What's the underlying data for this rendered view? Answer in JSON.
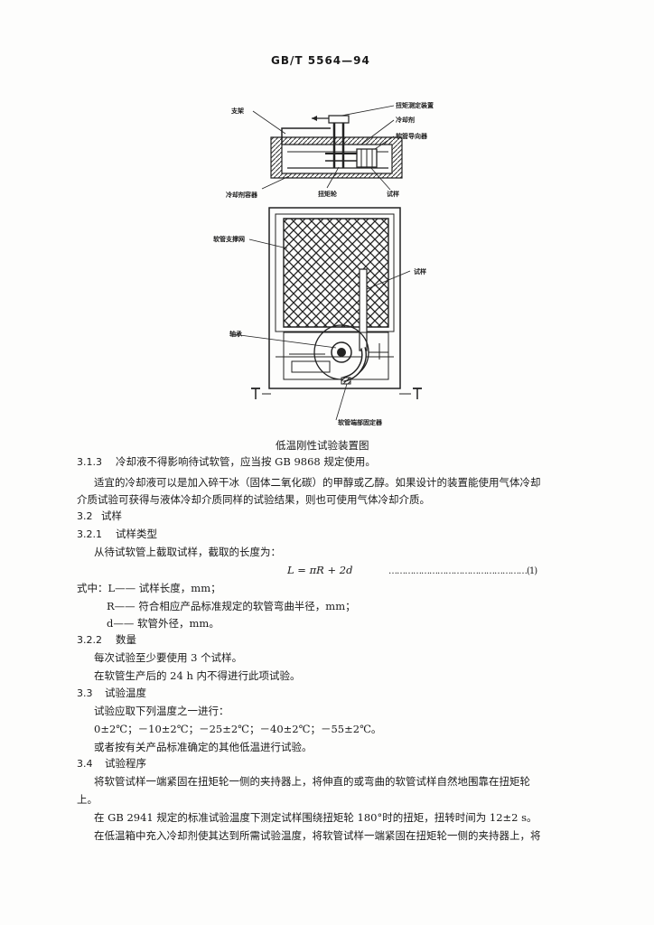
{
  "header": "GB/T 5564—94",
  "figure": {
    "caption": "低温刚性试验装置图",
    "labels": {
      "support": "支架",
      "torque_measure": "扭矩测定装置",
      "coolant": "冷却剂",
      "hose_guide": "软管导向器",
      "cooling_vessel": "冷却剂容器",
      "torque_wheel": "扭矩轮",
      "specimen_top": "试样",
      "hose_support_net": "软管支撑网",
      "specimen_mid": "试样",
      "bearing": "轴承",
      "hose_end_fixture": "软管端部固定器"
    }
  },
  "sections": {
    "s313": {
      "num": "3.1.3",
      "line1": "冷却液不得影响待试软管，应当按 GB 9868 规定使用。",
      "line2": "适宜的冷却液可以是加入碎干冰（固体二氧化碳）的甲醇或乙醇。如果设计的装置能使用气体冷却",
      "line3": "介质试验可获得与液体冷却介质同样的试验结果，则也可使用气体冷却介质。"
    },
    "s32": {
      "num": "3.2",
      "title": "试样"
    },
    "s321": {
      "num": "3.2.1",
      "title": "试样类型",
      "line1": "从待试软管上截取试样，截取的长度为：",
      "formula": "L = πR + 2d",
      "dots": "……………………………………………(1)",
      "where": "式中：L—— 试样长度，mm；",
      "r_def": "R—— 符合相应产品标准规定的软管弯曲半径，mm；",
      "d_def": "d—— 软管外径，mm。"
    },
    "s322": {
      "num": "3.2.2",
      "title": "数量",
      "line1": "每次试验至少要使用 3 个试样。",
      "line2": "在软管生产后的 24 h 内不得进行此项试验。"
    },
    "s33": {
      "num": "3.3",
      "title": "试验温度",
      "line1": "试验应取下列温度之一进行：",
      "line2": "0±2℃；－10±2℃；－25±2℃；－40±2℃；－55±2℃。",
      "line3": "或者按有关产品标准确定的其他低温进行试验。"
    },
    "s34": {
      "num": "3.4",
      "title": "试验程序",
      "line1": "将软管试样一端紧固在扭矩轮一侧的夹持器上，将伸直的或弯曲的软管试样自然地围靠在扭矩轮",
      "line2": "上。",
      "line3": "在 GB 2941 规定的标准试验温度下测定试样围绕扭矩轮 180°时的扭矩，扭转时间为 12±2 s。",
      "line4": "在低温箱中充入冷却剂使其达到所需试验温度，将软管试样一端紧固在扭矩轮一侧的夹持器上，将"
    }
  }
}
